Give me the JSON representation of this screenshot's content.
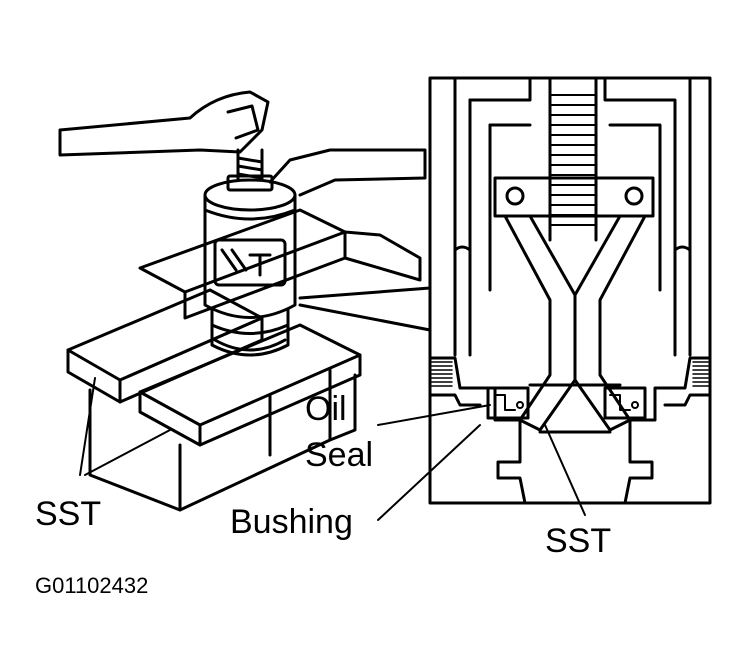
{
  "labels": {
    "sst_left": "SST",
    "oil": "Oil",
    "seal": "Seal",
    "bushing": "Bushing",
    "sst_right": "SST",
    "figure_id": "G01102432"
  },
  "colors": {
    "ink": "#000000",
    "paper": "#ffffff"
  },
  "icons": {
    "wrench": "wrench-icon",
    "press": "press-tool-icon"
  }
}
